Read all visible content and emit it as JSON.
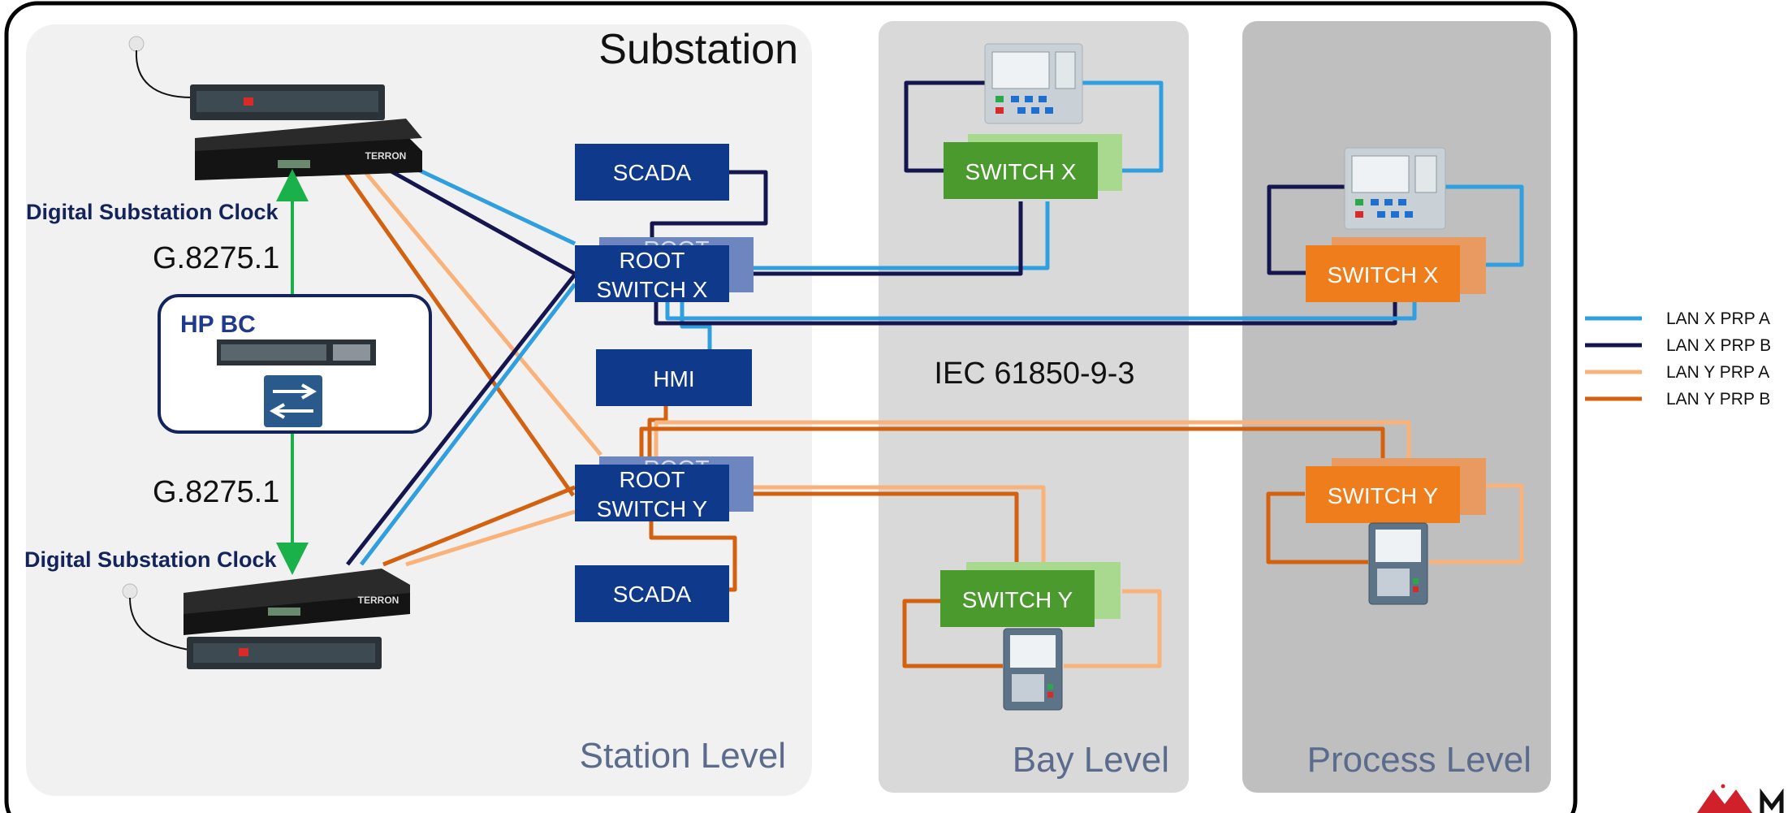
{
  "title": "Substation",
  "zones": {
    "station": "Station Level",
    "bay": "Bay Level",
    "process": "Process Level"
  },
  "clocks": {
    "top_label": "Digital Substation Clock",
    "bottom_label": "Digital Substation Clock",
    "profile_top": "G.8275.1",
    "profile_bottom": "G.8275.1",
    "device_brand": "TERRON"
  },
  "boundary_clock": {
    "title": "HP BC"
  },
  "station": {
    "scada_top": "SCADA",
    "root_x_line1": "ROOT",
    "root_x_line2": "SWITCH X",
    "hmi": "HMI",
    "root_y_line1": "ROOT",
    "root_y_line2": "SWITCH Y",
    "scada_bottom": "SCADA",
    "shadow_label": "ROOT"
  },
  "bay": {
    "switch_x": "SWITCH X",
    "switch_y": "SWITCH Y",
    "protocol": "IEC 61850-9-3"
  },
  "process": {
    "switch_x": "SWITCH X",
    "switch_y": "SWITCH Y"
  },
  "legend": [
    {
      "label": "LAN X PRP A",
      "color": "#2f9fe0"
    },
    {
      "label": "LAN X PRP B",
      "color": "#15164f"
    },
    {
      "label": "LAN Y PRP A",
      "color": "#f9b27a"
    },
    {
      "label": "LAN Y PRP B",
      "color": "#d4610f"
    }
  ],
  "colors": {
    "navy_box": "#0f3a8c",
    "green_switch": "#4a9a2e",
    "orange_switch": "#f07d1c",
    "sync_arrow": "#1ab04a"
  }
}
